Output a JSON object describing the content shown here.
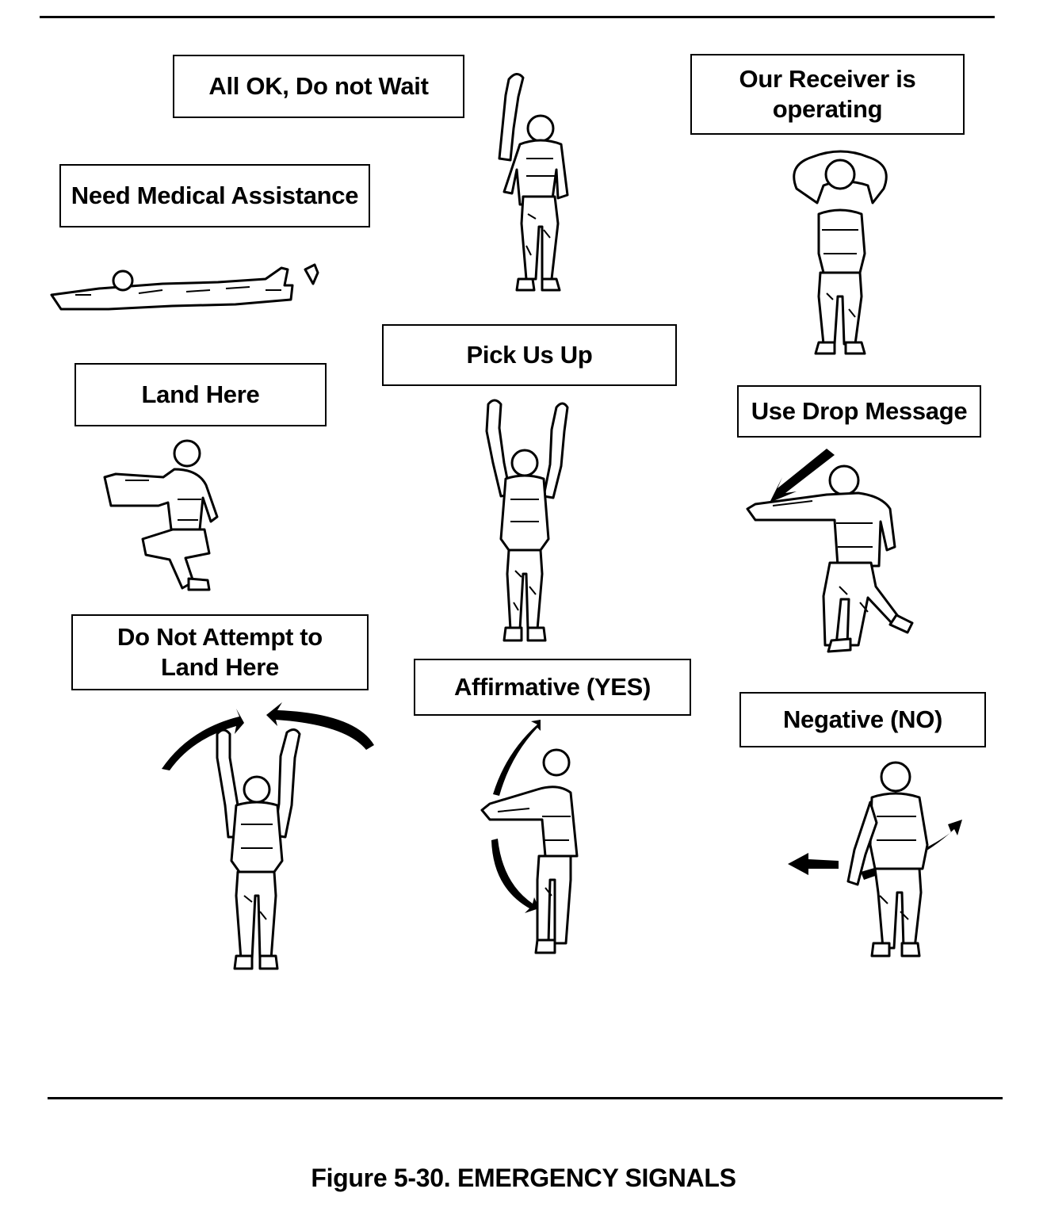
{
  "signals": [
    {
      "id": "all-ok",
      "label": "All OK, Do not Wait",
      "pose": "one-arm-up"
    },
    {
      "id": "receiver",
      "label": "Our Receiver is\noperating",
      "pose": "hands-on-head"
    },
    {
      "id": "medical",
      "label": "Need Medical Assistance",
      "pose": "lying-down"
    },
    {
      "id": "pick-up",
      "label": "Pick Us Up",
      "pose": "both-arms-up"
    },
    {
      "id": "land-here",
      "label": "Land Here",
      "pose": "squat-arms-forward"
    },
    {
      "id": "drop-message",
      "label": "Use Drop Message",
      "pose": "arm-swing-down"
    },
    {
      "id": "no-land",
      "label": "Do Not Attempt to\nLand Here",
      "pose": "arms-up-waving"
    },
    {
      "id": "affirmative",
      "label": "Affirmative (YES)",
      "pose": "arms-forward-up-down"
    },
    {
      "id": "negative",
      "label": "Negative (NO)",
      "pose": "arm-swing-side"
    }
  ],
  "caption": "Figure 5-30.  EMERGENCY SIGNALS"
}
